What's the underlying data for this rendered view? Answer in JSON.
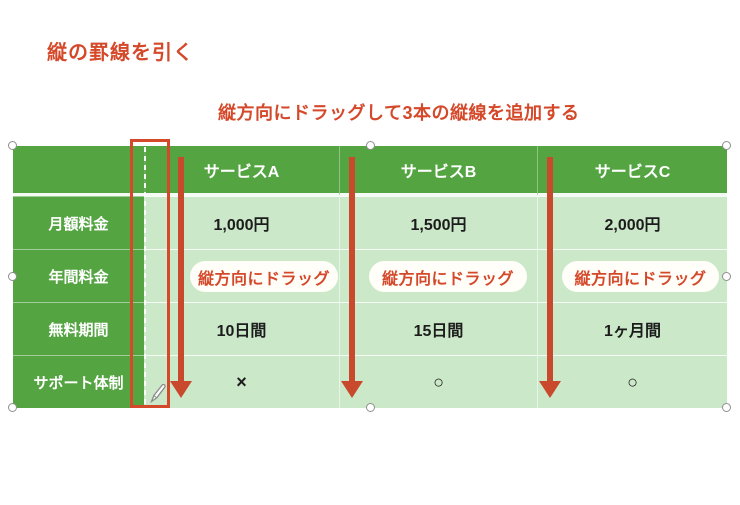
{
  "title": "縦の罫線を引く",
  "annotation": "縦方向にドラッグして3本の縦線を追加する",
  "table": {
    "header": [
      "サービスA",
      "サービスB",
      "サービスC"
    ],
    "rows": [
      {
        "label": "月額料金",
        "values": [
          "1,000円",
          "1,500円",
          "2,000円"
        ]
      },
      {
        "label": "年間料金",
        "values": [
          "縦方向にドラッグ",
          "縦方向にドラッグ",
          "縦方向にドラッグ"
        ]
      },
      {
        "label": "無料期間",
        "values": [
          "10日間",
          "15日間",
          "1ヶ月間"
        ]
      },
      {
        "label": "サポート体制",
        "values": [
          "×",
          "○",
          "○"
        ]
      }
    ]
  },
  "colors": {
    "accent_red": "#d5492b",
    "arrow_red": "#c8492c",
    "header_green": "#54a442",
    "cell_light_green": "#cbe9c9"
  },
  "icons": {
    "pen_cursor": "✎",
    "selection_handle": "circle",
    "drag_arrow": "↓"
  }
}
